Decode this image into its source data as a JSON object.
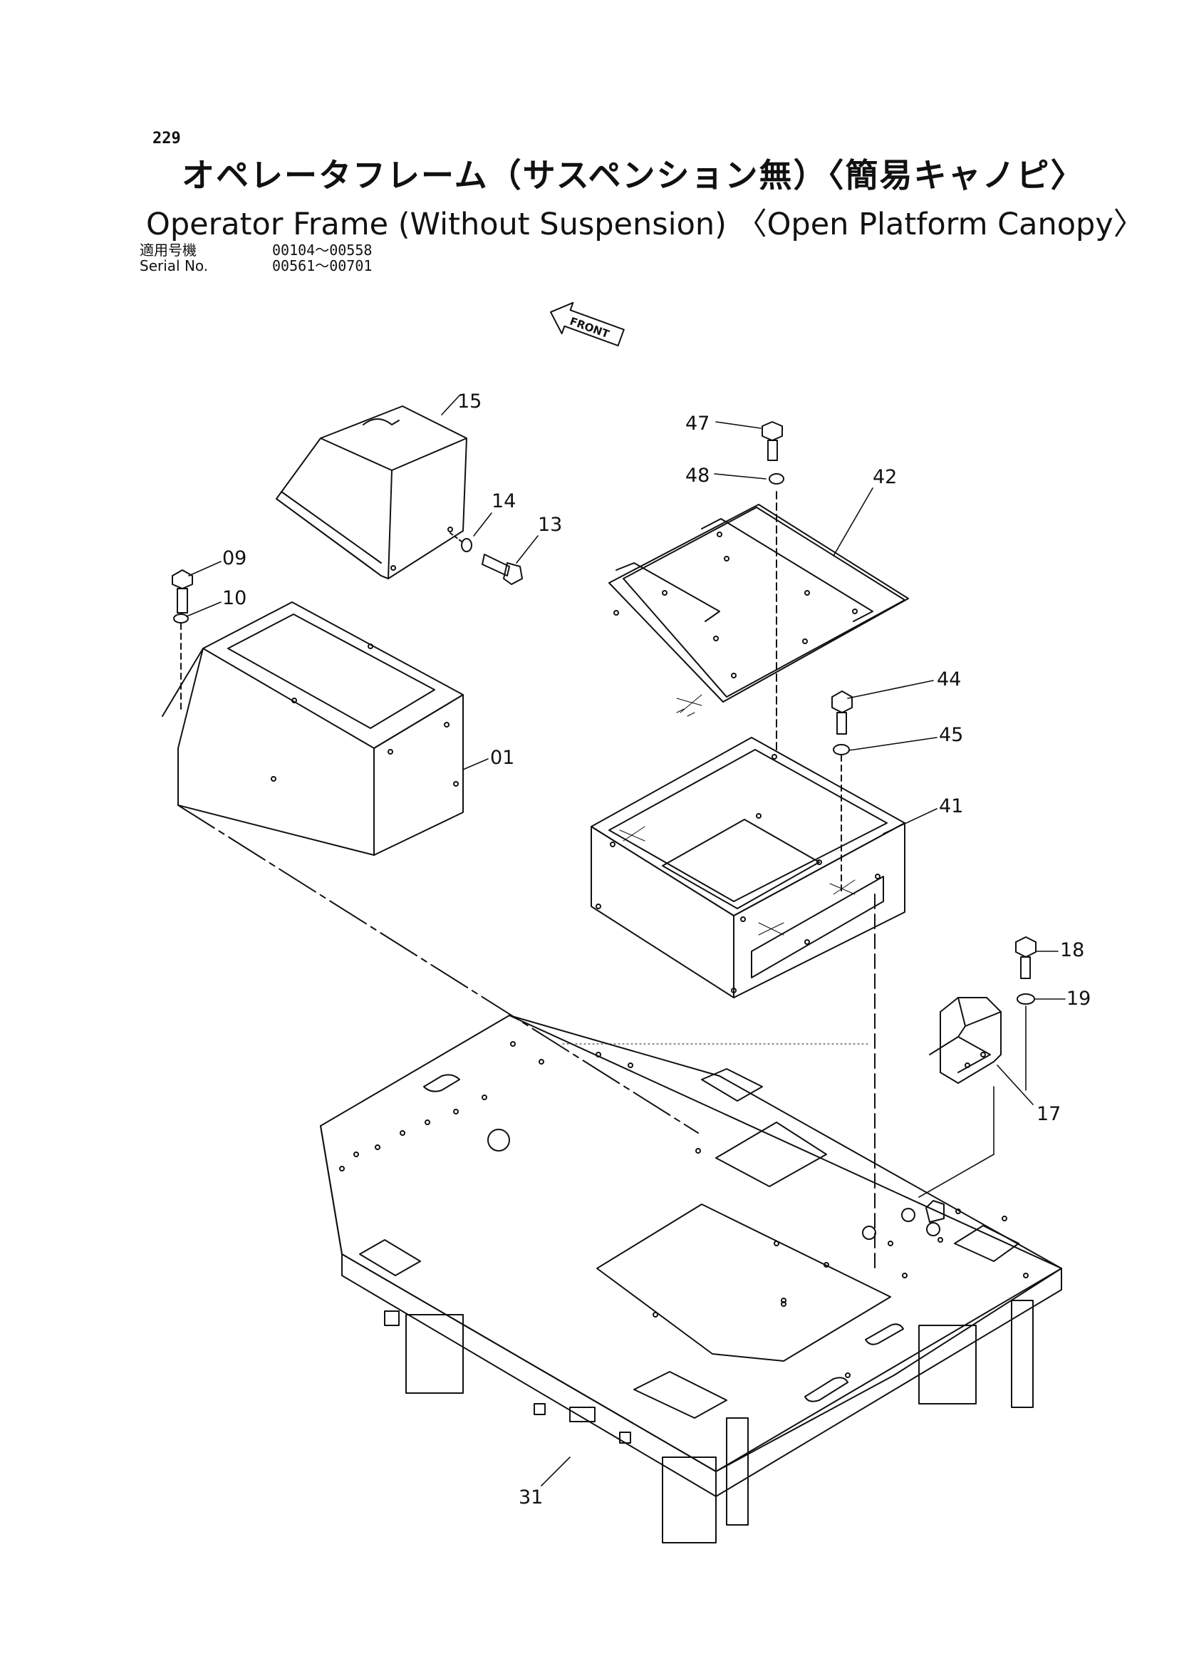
{
  "header": {
    "page_number": "229",
    "title_ja": "オペレータフレーム（サスペンション無）〈簡易キャノピ〉",
    "title_en": "Operator Frame (Without Suspension) 〈Open Platform Canopy〉",
    "serial_rows": [
      {
        "label": "適用号機",
        "value": "00104～00558"
      },
      {
        "label": "Serial No.",
        "value": "00561～00701"
      }
    ]
  },
  "front_label": "FRONT",
  "callouts": [
    "15",
    "14",
    "13",
    "09",
    "10",
    "01",
    "47",
    "48",
    "42",
    "44",
    "45",
    "41",
    "18",
    "19",
    "17",
    "31"
  ]
}
